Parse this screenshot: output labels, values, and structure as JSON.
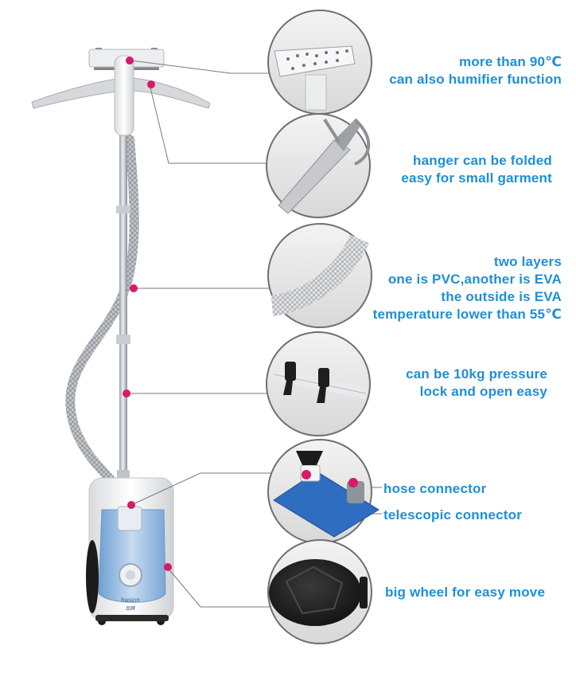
{
  "features": [
    {
      "id": "nozzle",
      "lines": [
        "more than 90℃",
        "can also humifier function"
      ]
    },
    {
      "id": "hanger",
      "lines": [
        "hanger can be folded",
        "easy for small garment"
      ]
    },
    {
      "id": "hose",
      "lines": [
        "two layers",
        "one is PVC,another is EVA",
        "the outside is EVA",
        "temperature lower than 55℃"
      ]
    },
    {
      "id": "lock",
      "lines": [
        "can be 10kg pressure",
        "lock and open easy"
      ]
    },
    {
      "id": "hose-connector",
      "lines": [
        "hose connector"
      ]
    },
    {
      "id": "telescopic-connector",
      "lines": [
        "telescopic connector"
      ]
    },
    {
      "id": "wheel",
      "lines": [
        "big wheel for easy move"
      ]
    }
  ],
  "product": {
    "brand": "hasion",
    "brand_sub": "品牌"
  },
  "colors": {
    "label_blue": "#1e8fd6",
    "marker_pink": "#d8196a",
    "body_blue": "#8fb9e0"
  }
}
